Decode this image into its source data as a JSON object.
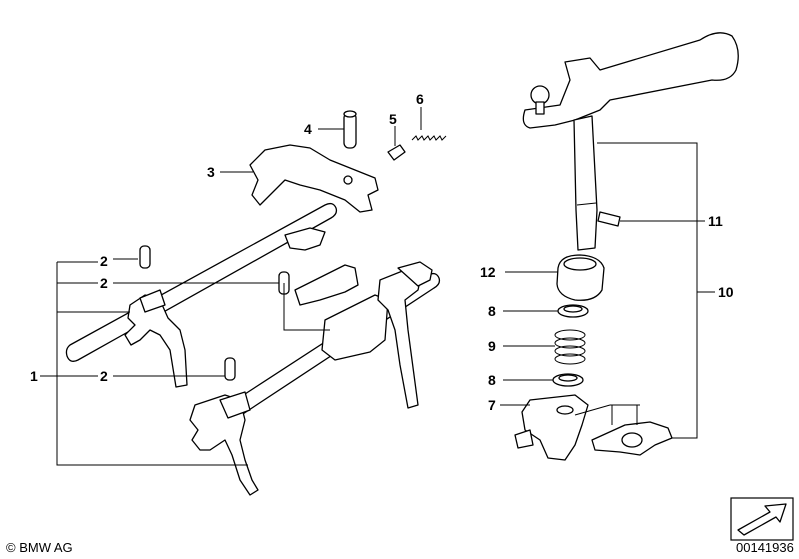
{
  "callouts": {
    "c1": "1",
    "c2a": "2",
    "c2b": "2",
    "c2c": "2",
    "c3": "3",
    "c4": "4",
    "c5": "5",
    "c6": "6",
    "c7": "7",
    "c8a": "8",
    "c8b": "8",
    "c9": "9",
    "c10": "10",
    "c11": "11",
    "c12": "12"
  },
  "footer": {
    "copyright": "© BMW AG",
    "diagram_number": "00141936"
  }
}
